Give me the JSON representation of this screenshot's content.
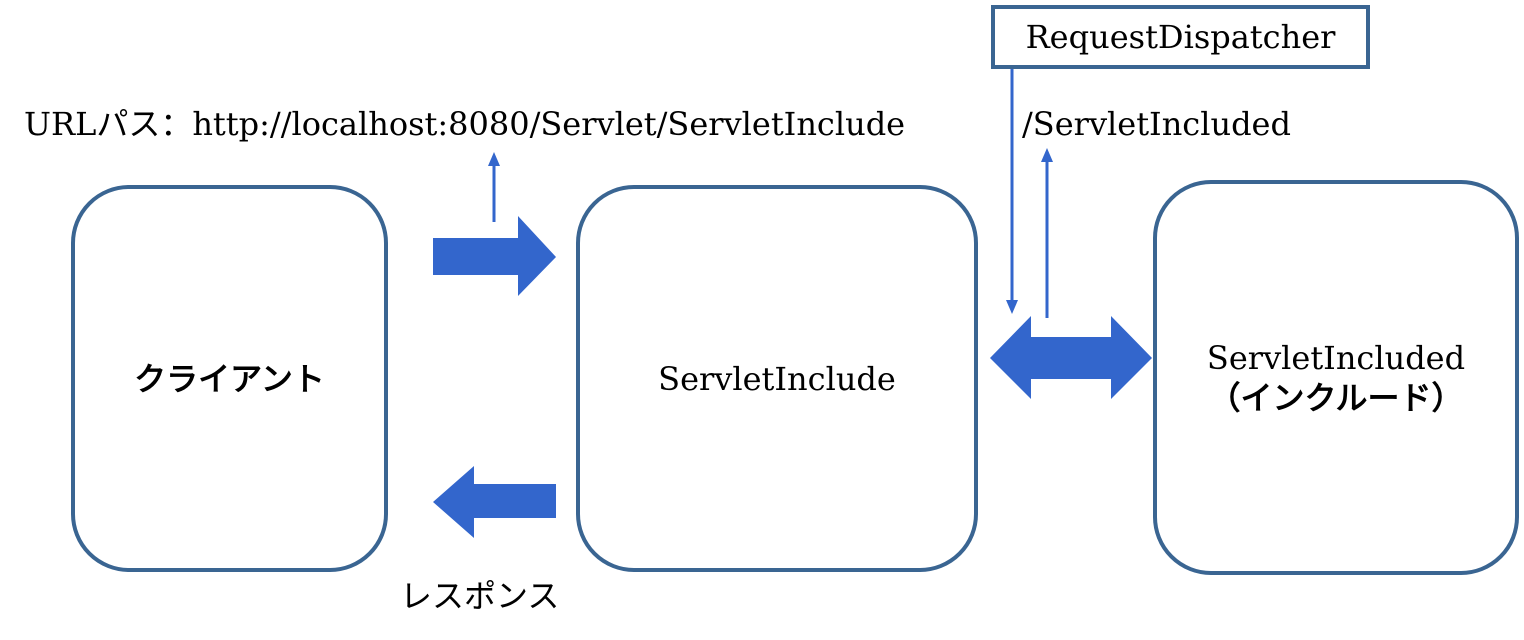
{
  "colors": {
    "box_border": "#3a6592",
    "arrow_fill": "#3366cc",
    "text": "#000000",
    "background": "#ffffff"
  },
  "labels": {
    "url_path": "URLパス：http://localhost:8080/Servlet/ServletInclude",
    "included_path": "/ServletIncluded",
    "response": "レスポンス",
    "dispatcher": "RequestDispatcher"
  },
  "nodes": {
    "client": {
      "label": "クライアント"
    },
    "servlet_include": {
      "label": "ServletInclude"
    },
    "servlet_included": {
      "label": "ServletIncluded",
      "sublabel": "（インクルード）"
    }
  }
}
